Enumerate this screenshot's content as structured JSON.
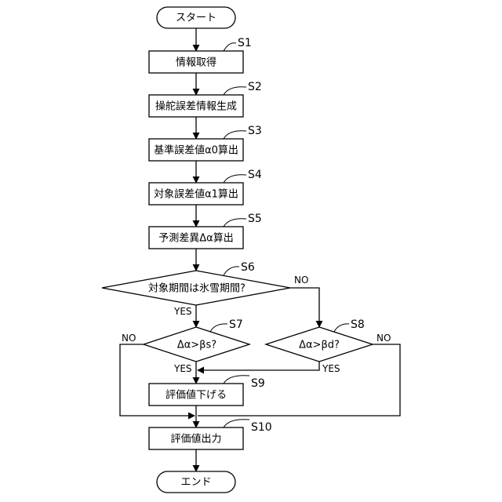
{
  "nodes": {
    "start": "スタート",
    "s1": "情報取得",
    "s2": "操舵誤差情報生成",
    "s3": "基準誤差値α0算出",
    "s4": "対象誤差値α1算出",
    "s5": "予測差異Δα算出",
    "s6": "対象期間は氷雪期間?",
    "s7": "Δα>βs?",
    "s8": "Δα>βd?",
    "s9": "評価値下げる",
    "s10": "評価値出力",
    "end": "エンド"
  },
  "step_labels": {
    "s1": "S1",
    "s2": "S2",
    "s3": "S3",
    "s4": "S4",
    "s5": "S5",
    "s6": "S6",
    "s7": "S7",
    "s8": "S8",
    "s9": "S9",
    "s10": "S10"
  },
  "edge_labels": {
    "s6_yes": "YES",
    "s6_no": "NO",
    "s7_yes": "YES",
    "s7_no": "NO",
    "s8_yes": "YES",
    "s8_no": "NO"
  }
}
